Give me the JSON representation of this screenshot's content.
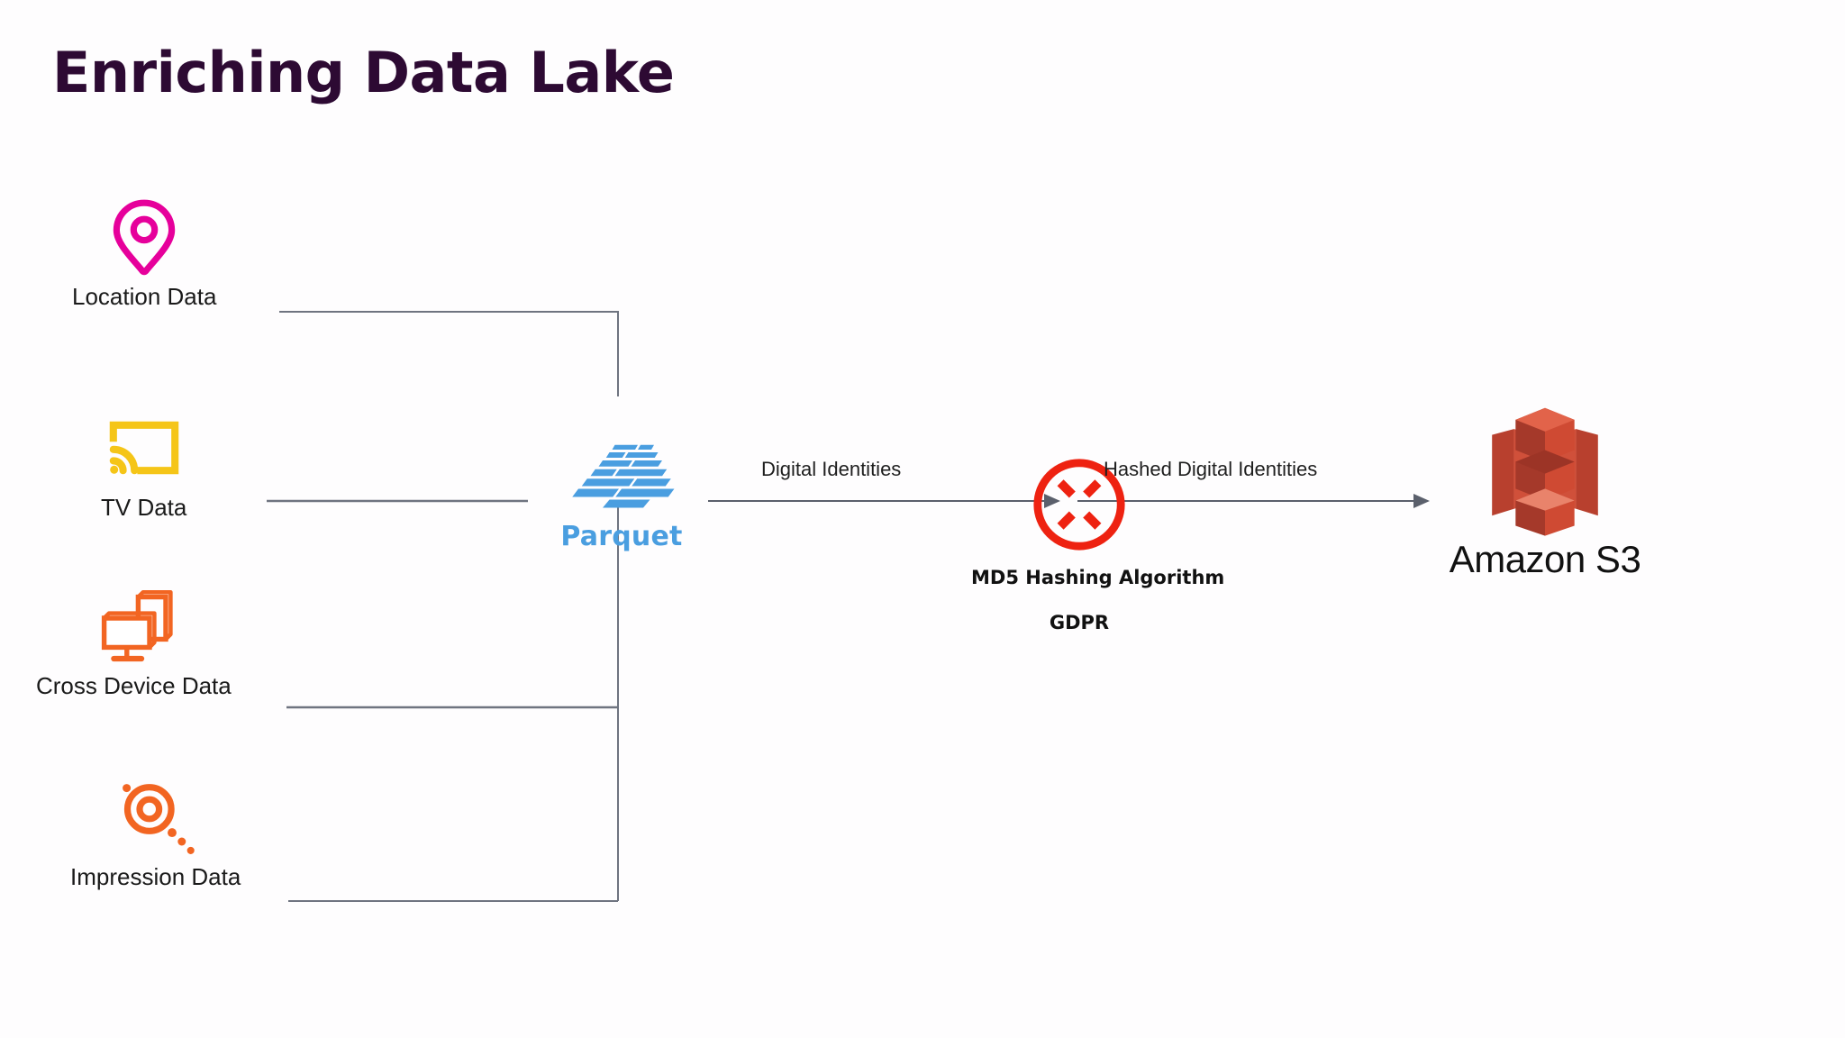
{
  "page": {
    "title": "Enriching Data Lake",
    "background_color": "#fefdfe",
    "title_color": "#2d0a33"
  },
  "sources": [
    {
      "id": "location",
      "label": "Location Data",
      "icon": "location-pin-icon",
      "color": "#e6009b"
    },
    {
      "id": "tv",
      "label": "TV Data",
      "icon": "tv-cast-icon",
      "color": "#f5c518"
    },
    {
      "id": "crossdevice",
      "label": "Cross Device Data",
      "icon": "cross-device-monitor-icon",
      "color": "#f26522"
    },
    {
      "id": "impression",
      "label": "Impression Data",
      "icon": "impression-target-icon",
      "color": "#f26522"
    }
  ],
  "parquet": {
    "label": "Parquet",
    "icon": "parquet-logo-icon",
    "color": "#4a9ee0"
  },
  "hashing": {
    "label": "MD5 Hashing Algorithm",
    "compliance_label": "GDPR",
    "icon": "hash-circle-icon",
    "color": "#ee2211"
  },
  "destination": {
    "label": "Amazon S3",
    "icon": "amazon-s3-bucket-icon",
    "color": "#c9432f"
  },
  "flows": [
    {
      "id": "flow-1",
      "label": "Digital Identities"
    },
    {
      "id": "flow-2",
      "label": "Hashed Digital Identities"
    }
  ],
  "wire_color": "#6f7480"
}
